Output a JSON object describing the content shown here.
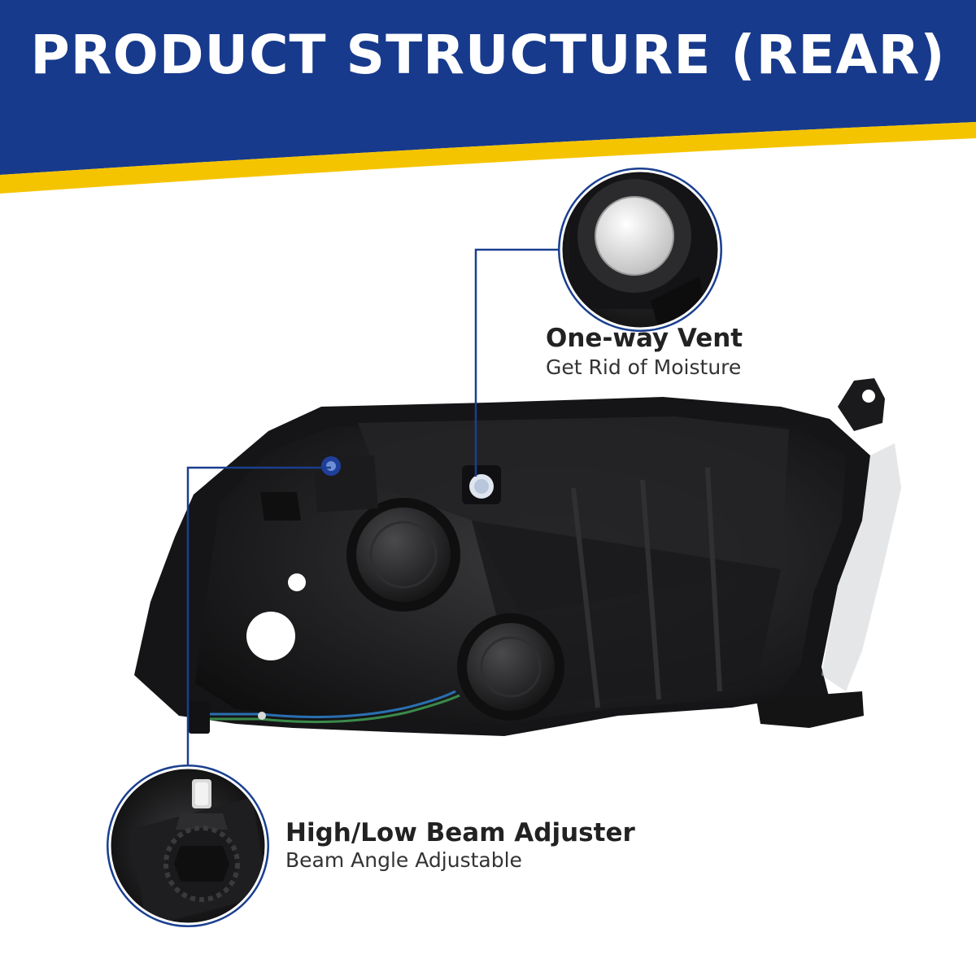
{
  "header": {
    "title": "PRODUCT STRUCTURE (REAR)",
    "background_color": "#173a8c",
    "accent_color": "#f5c400"
  },
  "callouts": [
    {
      "title": "One-way Vent",
      "subtitle": "Get Rid of Moisture"
    },
    {
      "title": "High/Low Beam Adjuster",
      "subtitle": "Beam Angle Adjustable"
    }
  ],
  "colors": {
    "leader_line": "#1a3f8f",
    "housing": "#1c1c1e"
  }
}
